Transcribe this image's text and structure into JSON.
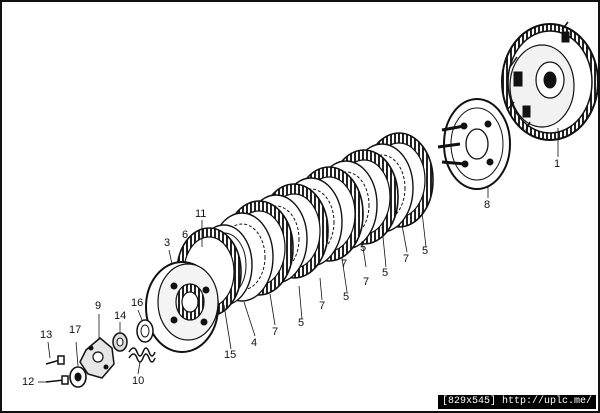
{
  "diagram": {
    "callouts": [
      {
        "id": "p1",
        "label": "1"
      },
      {
        "id": "p8",
        "label": "8"
      },
      {
        "id": "p11",
        "label": "11"
      },
      {
        "id": "p3",
        "label": "3"
      },
      {
        "id": "p6",
        "label": "6"
      },
      {
        "id": "p7a",
        "label": "7"
      },
      {
        "id": "p5a",
        "label": "5"
      },
      {
        "id": "p7b",
        "label": "7"
      },
      {
        "id": "p5b",
        "label": "5"
      },
      {
        "id": "p7c",
        "label": "7"
      },
      {
        "id": "p5c",
        "label": "5"
      },
      {
        "id": "p7d",
        "label": "7"
      },
      {
        "id": "p5d",
        "label": "5"
      },
      {
        "id": "p7e",
        "label": "7"
      },
      {
        "id": "p5e",
        "label": "5"
      },
      {
        "id": "p4",
        "label": "4"
      },
      {
        "id": "p15",
        "label": "15"
      },
      {
        "id": "p9",
        "label": "9"
      },
      {
        "id": "p16",
        "label": "16"
      },
      {
        "id": "p14",
        "label": "14"
      },
      {
        "id": "p13",
        "label": "13"
      },
      {
        "id": "p17",
        "label": "17"
      },
      {
        "id": "p10",
        "label": "10"
      },
      {
        "id": "p12",
        "label": "12"
      }
    ]
  },
  "watermark": {
    "text": "[829x545] http://uplc.me/"
  }
}
